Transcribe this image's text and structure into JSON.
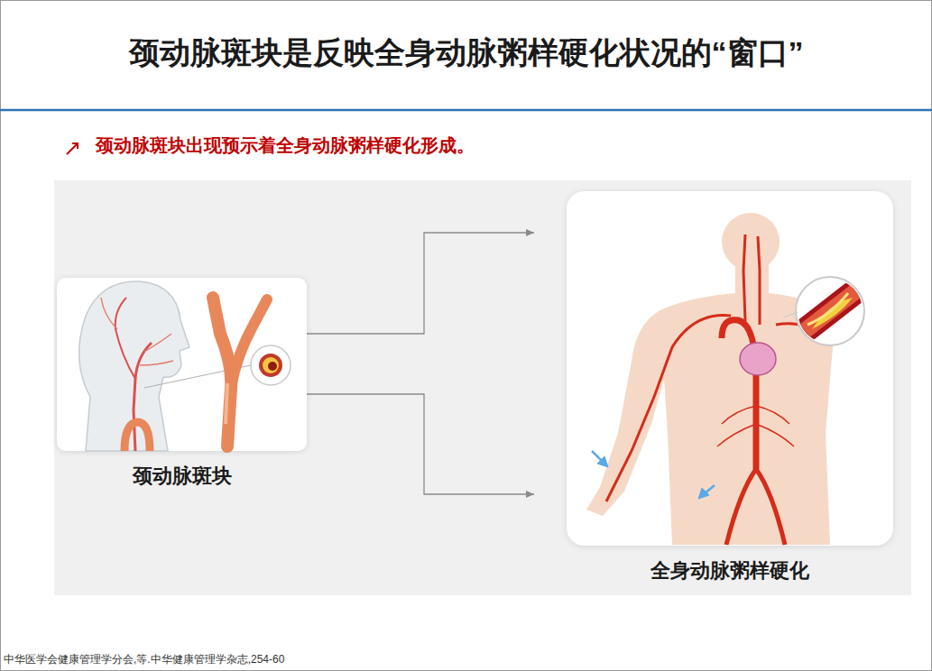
{
  "diagram": {
    "title": "颈动脉斑块是反映全身动脉粥样硬化状况的“窗口”",
    "nodes": [
      {
        "text": [
          "颈动脉斑块"
        ]
      },
      {
        "text": [
          "全身动脉粥样硬化"
        ]
      }
    ],
    "edges": [
      {
        "from": 0,
        "to": 1,
        "arrow": "to"
      },
      {
        "from": 0,
        "to": 1,
        "arrow": "to"
      }
    ],
    "labels": [
      "颈动脉斑块出现预示着全身动脉粥样硬化形成。",
      "中华医学会健康管理学分会,等.中华健康管理学杂志,254-60"
    ]
  }
}
